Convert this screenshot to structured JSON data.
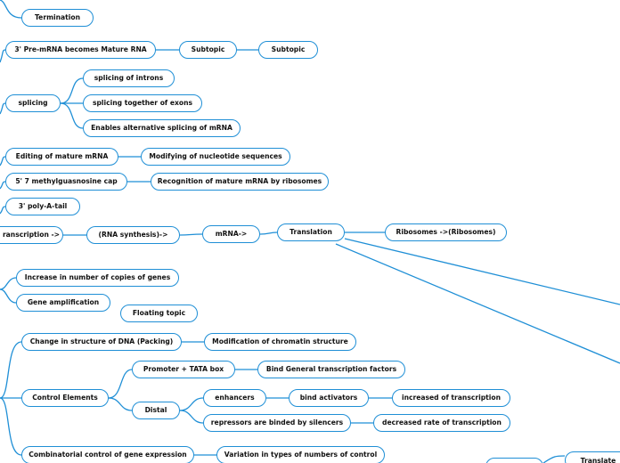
{
  "mindmap": {
    "line_color": "#1f8fd6",
    "nodes": {
      "termination": "Termination",
      "pre_mrna_mature": "3' Pre-mRNA becomes Mature RNA",
      "subtopic_1": "Subtopic",
      "subtopic_2": "Subtopic",
      "splicing": "splicing",
      "splicing_introns": "splicing of introns",
      "splicing_exons": "splicing together of exons",
      "alt_splicing": "Enables alternative splicing of mRNA",
      "editing_mrna": "Editing of mature mRNA",
      "modifying_nucleotide": "Modifying of nucleotide sequences",
      "methylguanosine_cap": "5' 7 methylguasnosine cap",
      "recognition_ribosomes": "Recognition of mature mRNA by ribosomes",
      "poly_a_tail": "3' poly-A-tail",
      "transcription_arrow": "ranscription ->",
      "rna_synthesis": "(RNA synthesis)->",
      "mrna_arrow": "mRNA->",
      "translation": "Translation",
      "ribosomes": "Ribosomes ->(Ribosomes)",
      "increase_copies": "Increase in number of copies of genes",
      "gene_amplification": "Gene amplification",
      "floating_topic": "Floating topic",
      "dna_packing": "Change in structure of DNA (Packing)",
      "chromatin": "Modification of chromatin structure",
      "promoter_tata": "Promoter + TATA box",
      "general_tf": "Bind General transcription factors",
      "control_elements": "Control Elements",
      "distal": "Distal",
      "enhancers": "enhancers",
      "bind_activators": "bind activators",
      "increased_transcription": "increased of transcription",
      "repressors": "repressors are binded by silencers",
      "decreased_rate": "decreased rate of transcription",
      "combinatorial": "Combinatorial control of gene expression",
      "variation": "Variation in types of numbers of control",
      "translate": "Translate"
    }
  }
}
